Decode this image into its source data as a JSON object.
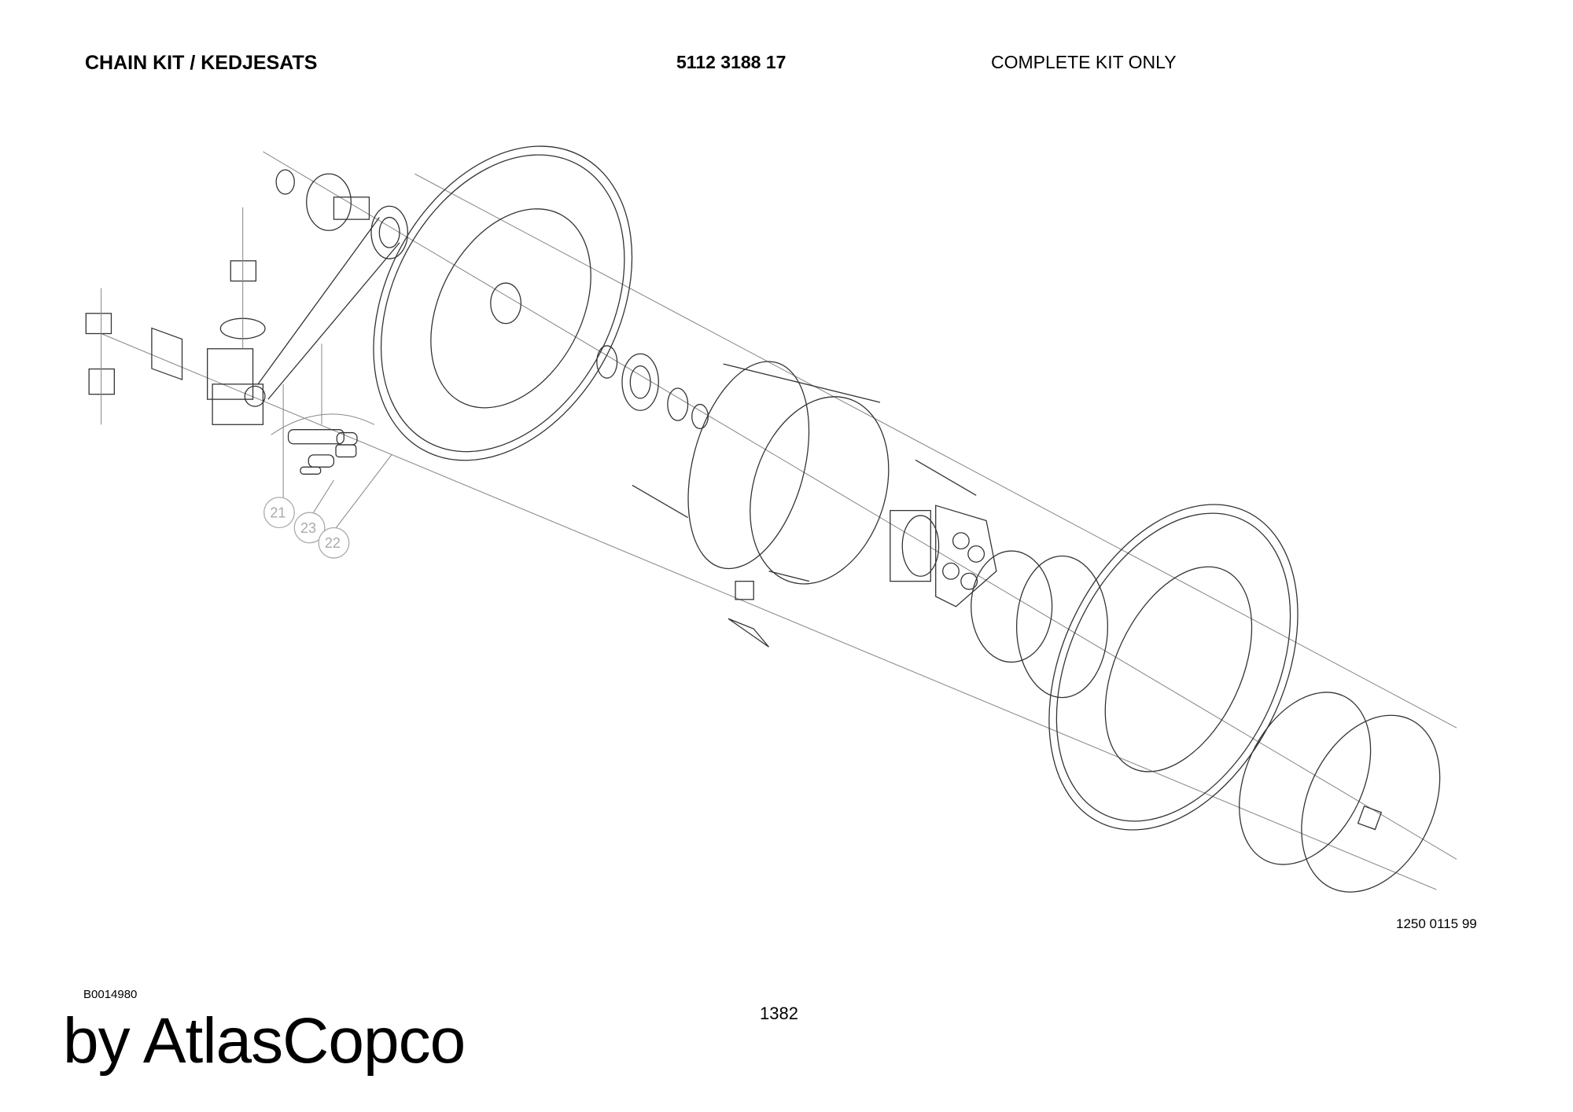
{
  "header": {
    "title": "CHAIN KIT / KEDJESATS",
    "part_number": "5112 3188 17",
    "note": "COMPLETE KIT ONLY"
  },
  "drawing": {
    "drawing_number": "1250 0115 99",
    "callouts": [
      "21",
      "23",
      "22"
    ]
  },
  "footer": {
    "reference": "B0014980",
    "page_number": "1382",
    "brand": "by AtlasCopco"
  }
}
